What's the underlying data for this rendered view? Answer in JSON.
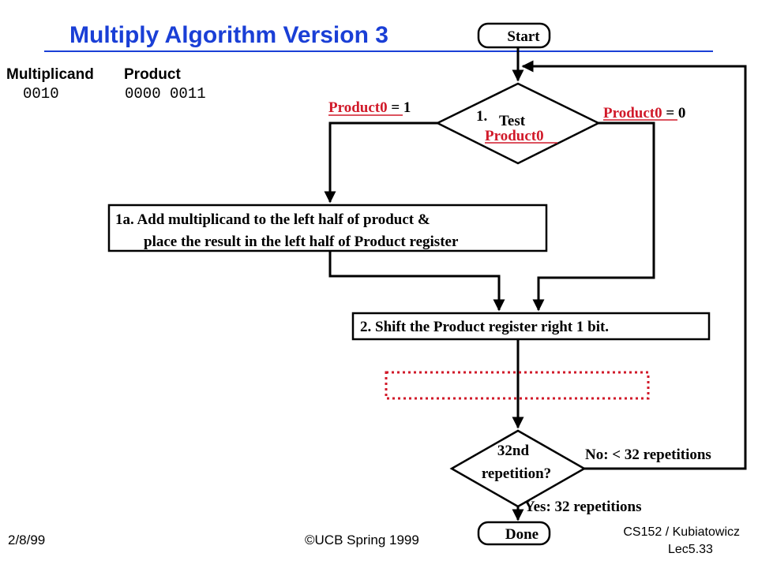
{
  "slide": {
    "title": "Multiply Algorithm Version 3",
    "footer_date": "2/8/99",
    "footer_copyright": "©UCB Spring 1999",
    "footer_course": "CS152 / Kubiatowicz",
    "footer_lecture": "Lec5.33"
  },
  "registers": {
    "multiplicand_label": "Multiplicand",
    "product_label": "Product",
    "multiplicand_value": "0010",
    "product_value": "0000 0011"
  },
  "flowchart": {
    "start": "Start",
    "done": "Done",
    "test_num": "1.",
    "test_word": "Test",
    "test_reg": "Product0",
    "branch_one_reg": "Product0",
    "branch_one_val": " = 1",
    "branch_zero_reg": "Product0",
    "branch_zero_val": " = 0",
    "step1a_line1": "1a. Add multiplicand to the left half of product &",
    "step1a_line2": "place the result in the left half of Product register",
    "step2": "2. Shift the Product register right 1 bit.",
    "decision_line1": "32nd",
    "decision_line2": "repetition?",
    "no_label": "No: < 32 repetitions",
    "yes_label": "Yes: 32 repetitions"
  },
  "colors": {
    "title": "#1a3fd6",
    "rule": "#1a3fd6",
    "highlight": "#d11a2a",
    "ink": "#000000"
  }
}
